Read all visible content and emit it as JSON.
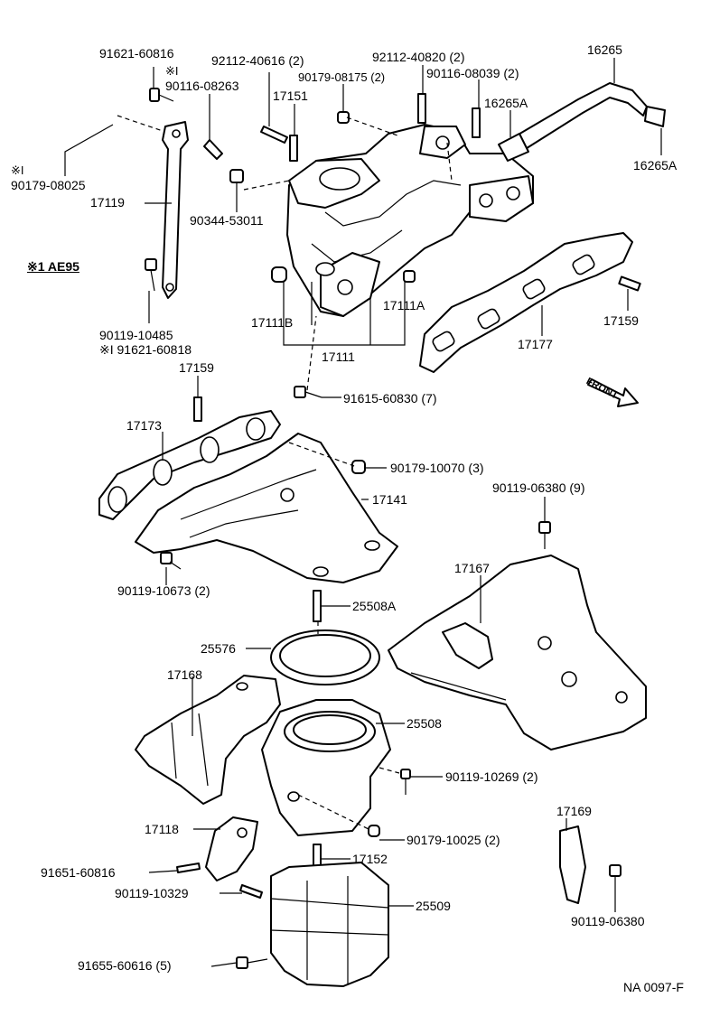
{
  "labels": {
    "p91621_60816": "91621-60816",
    "mark1_a": "※I",
    "p90116_08263": "90116-08263",
    "p92112_40616": "92112-40616 (2)",
    "p17151": "17151",
    "p90179_08175": "90179-08175 (2)",
    "p92112_40820": "92112-40820 (2)",
    "p90116_08039": "90116-08039 (2)",
    "p16265": "16265",
    "p16265A_top": "16265A",
    "p16265A_right": "16265A",
    "mark1_b": "※I",
    "p90179_08025": "90179-08025",
    "p17119": "17119",
    "p90344_53011": "90344-53011",
    "ae95": "※1 AE95",
    "p17111B": "17111B",
    "p17111A": "17111A",
    "p17111": "17111",
    "p17177": "17177",
    "p17159_right": "17159",
    "p90119_10485": "90119-10485",
    "p91621_60818": "※I  91621-60818",
    "p17159_left": "17159",
    "p91615_60830": "91615-60830 (7)",
    "front": "FRONT",
    "p17173": "17173",
    "p90179_10070": "90179-10070 (3)",
    "p17141": "17141",
    "p90119_06380_9": "90119-06380 (9)",
    "p90119_10673": "90119-10673 (2)",
    "p17167": "17167",
    "p25508A": "25508A",
    "p25576": "25576",
    "p17168": "17168",
    "p25508": "25508",
    "p90119_10269": "90119-10269 (2)",
    "p17169": "17169",
    "p17118": "17118",
    "p90179_10025": "90179-10025 (2)",
    "p17152": "17152",
    "p91651_60816": "91651-60816",
    "p90119_10329": "90119-10329",
    "p25509": "25509",
    "p90119_06380": "90119-06380",
    "p91655_60616": "91655-60616 (5)",
    "ref": "NA 0097-F"
  }
}
